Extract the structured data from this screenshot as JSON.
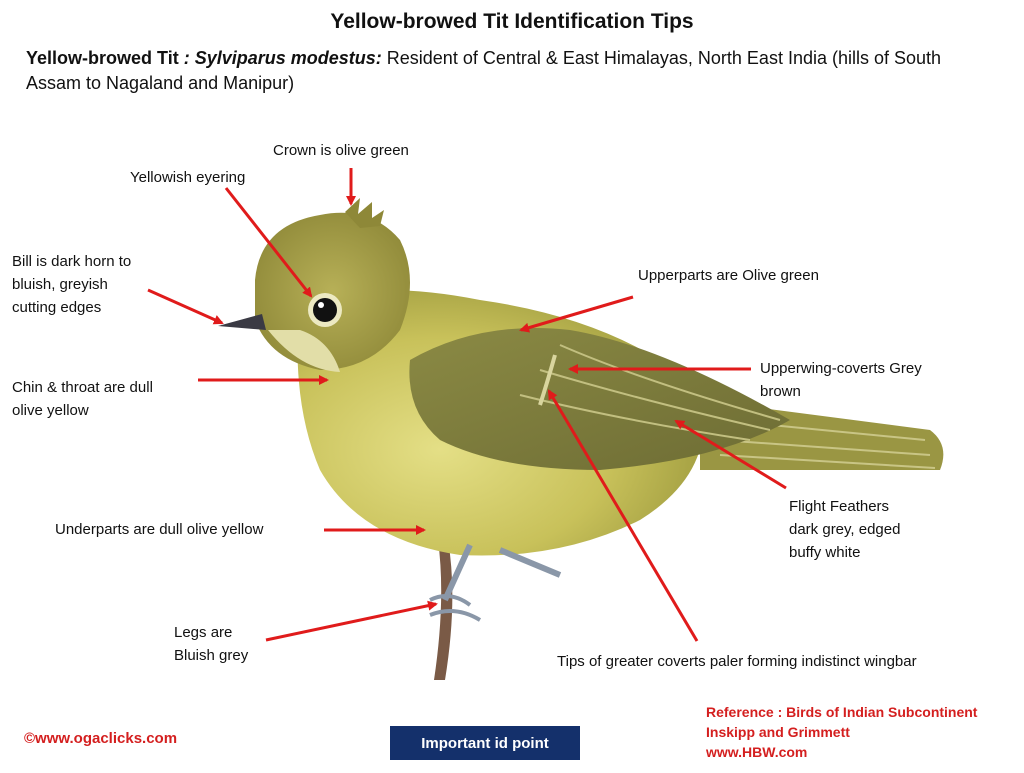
{
  "title": "Yellow-browed Tit Identification Tips",
  "intro": {
    "common_name": "Yellow-browed Tit",
    "scientific_name": ": Sylviparus modestus:",
    "description": "Resident of Central & East Himalayas, North East India (hills of South Assam to Nagaland and Manipur)"
  },
  "labels": {
    "crown": "Crown is olive green",
    "eyering": "Yellowish eyering",
    "bill": "Bill is dark horn to\nbluish, greyish\ncutting edges",
    "upperparts": "Upperparts are Olive green",
    "chin": "Chin & throat are dull\nolive yellow",
    "coverts": "Upperwing-coverts Grey\nbrown",
    "flight": "Flight Feathers\ndark grey, edged\nbuffy white",
    "underparts": "Underparts are dull olive yellow",
    "legs": "Legs are\nBluish grey",
    "wingbar": "Tips of greater coverts paler forming indistinct wingbar"
  },
  "footer": {
    "copyright": "©www.ogaclicks.com",
    "id_point": "Important  id point",
    "reference": "Reference : Birds of Indian Subcontinent\nInskipp and Grimmett\nwww.HBW.com"
  },
  "colors": {
    "arrow": "#e01b1b",
    "id_box": "#14306b",
    "footer_text": "#d41f1f"
  }
}
